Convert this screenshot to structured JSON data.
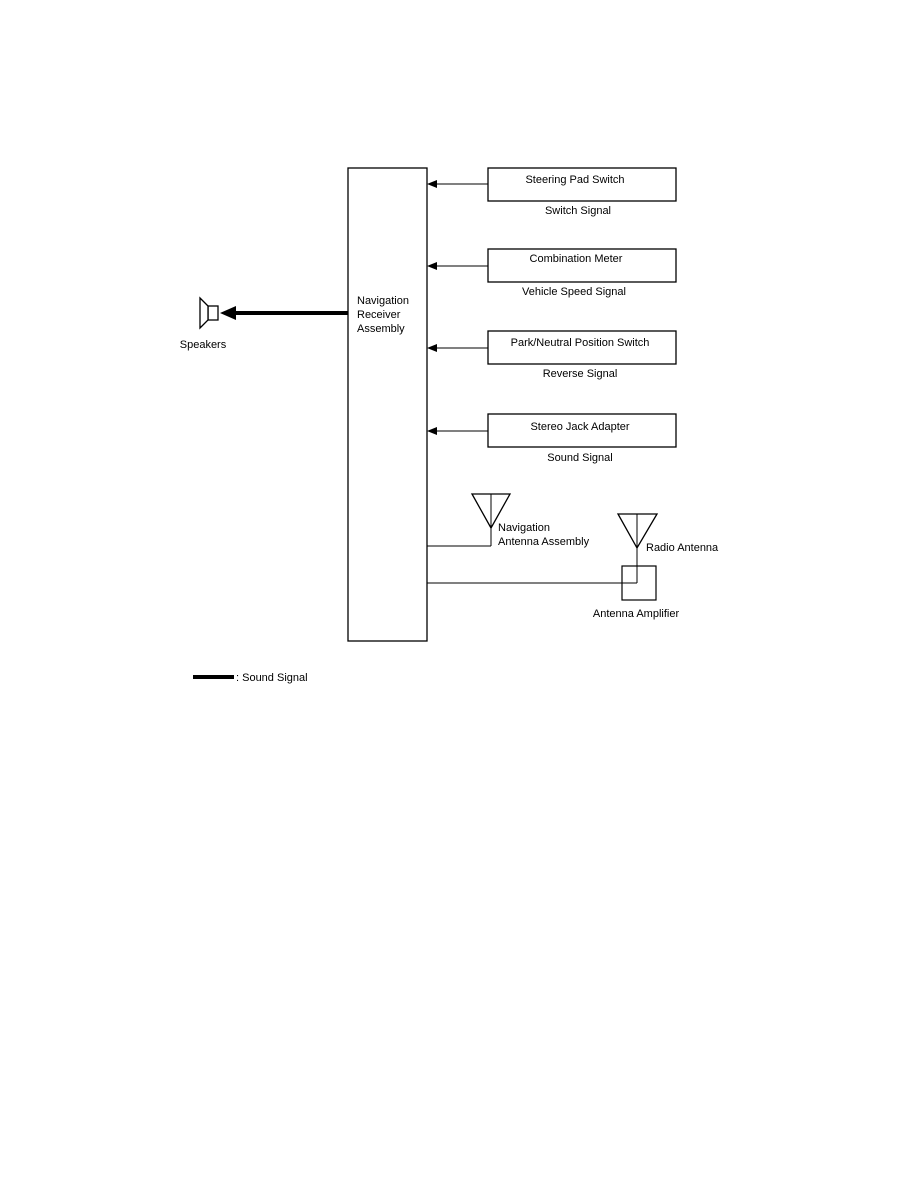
{
  "receiver": {
    "label_lines": [
      "Navigation",
      "Receiver",
      "Assembly"
    ]
  },
  "inputs": [
    {
      "name": "Steering Pad Switch",
      "signal": "Switch Signal"
    },
    {
      "name": "Combination Meter",
      "signal": "Vehicle Speed Signal"
    },
    {
      "name": "Park/Neutral Position Switch",
      "signal": "Reverse Signal"
    },
    {
      "name": "Stereo Jack Adapter",
      "signal": "Sound Signal"
    }
  ],
  "speakers": {
    "label": "Speakers"
  },
  "nav_antenna": {
    "label_lines": [
      "Navigation",
      "Antenna Assembly"
    ]
  },
  "radio_antenna": {
    "label": "Radio Antenna"
  },
  "antenna_amplifier": {
    "label": "Antenna Amplifier"
  },
  "legend": {
    "label": ": Sound Signal"
  }
}
